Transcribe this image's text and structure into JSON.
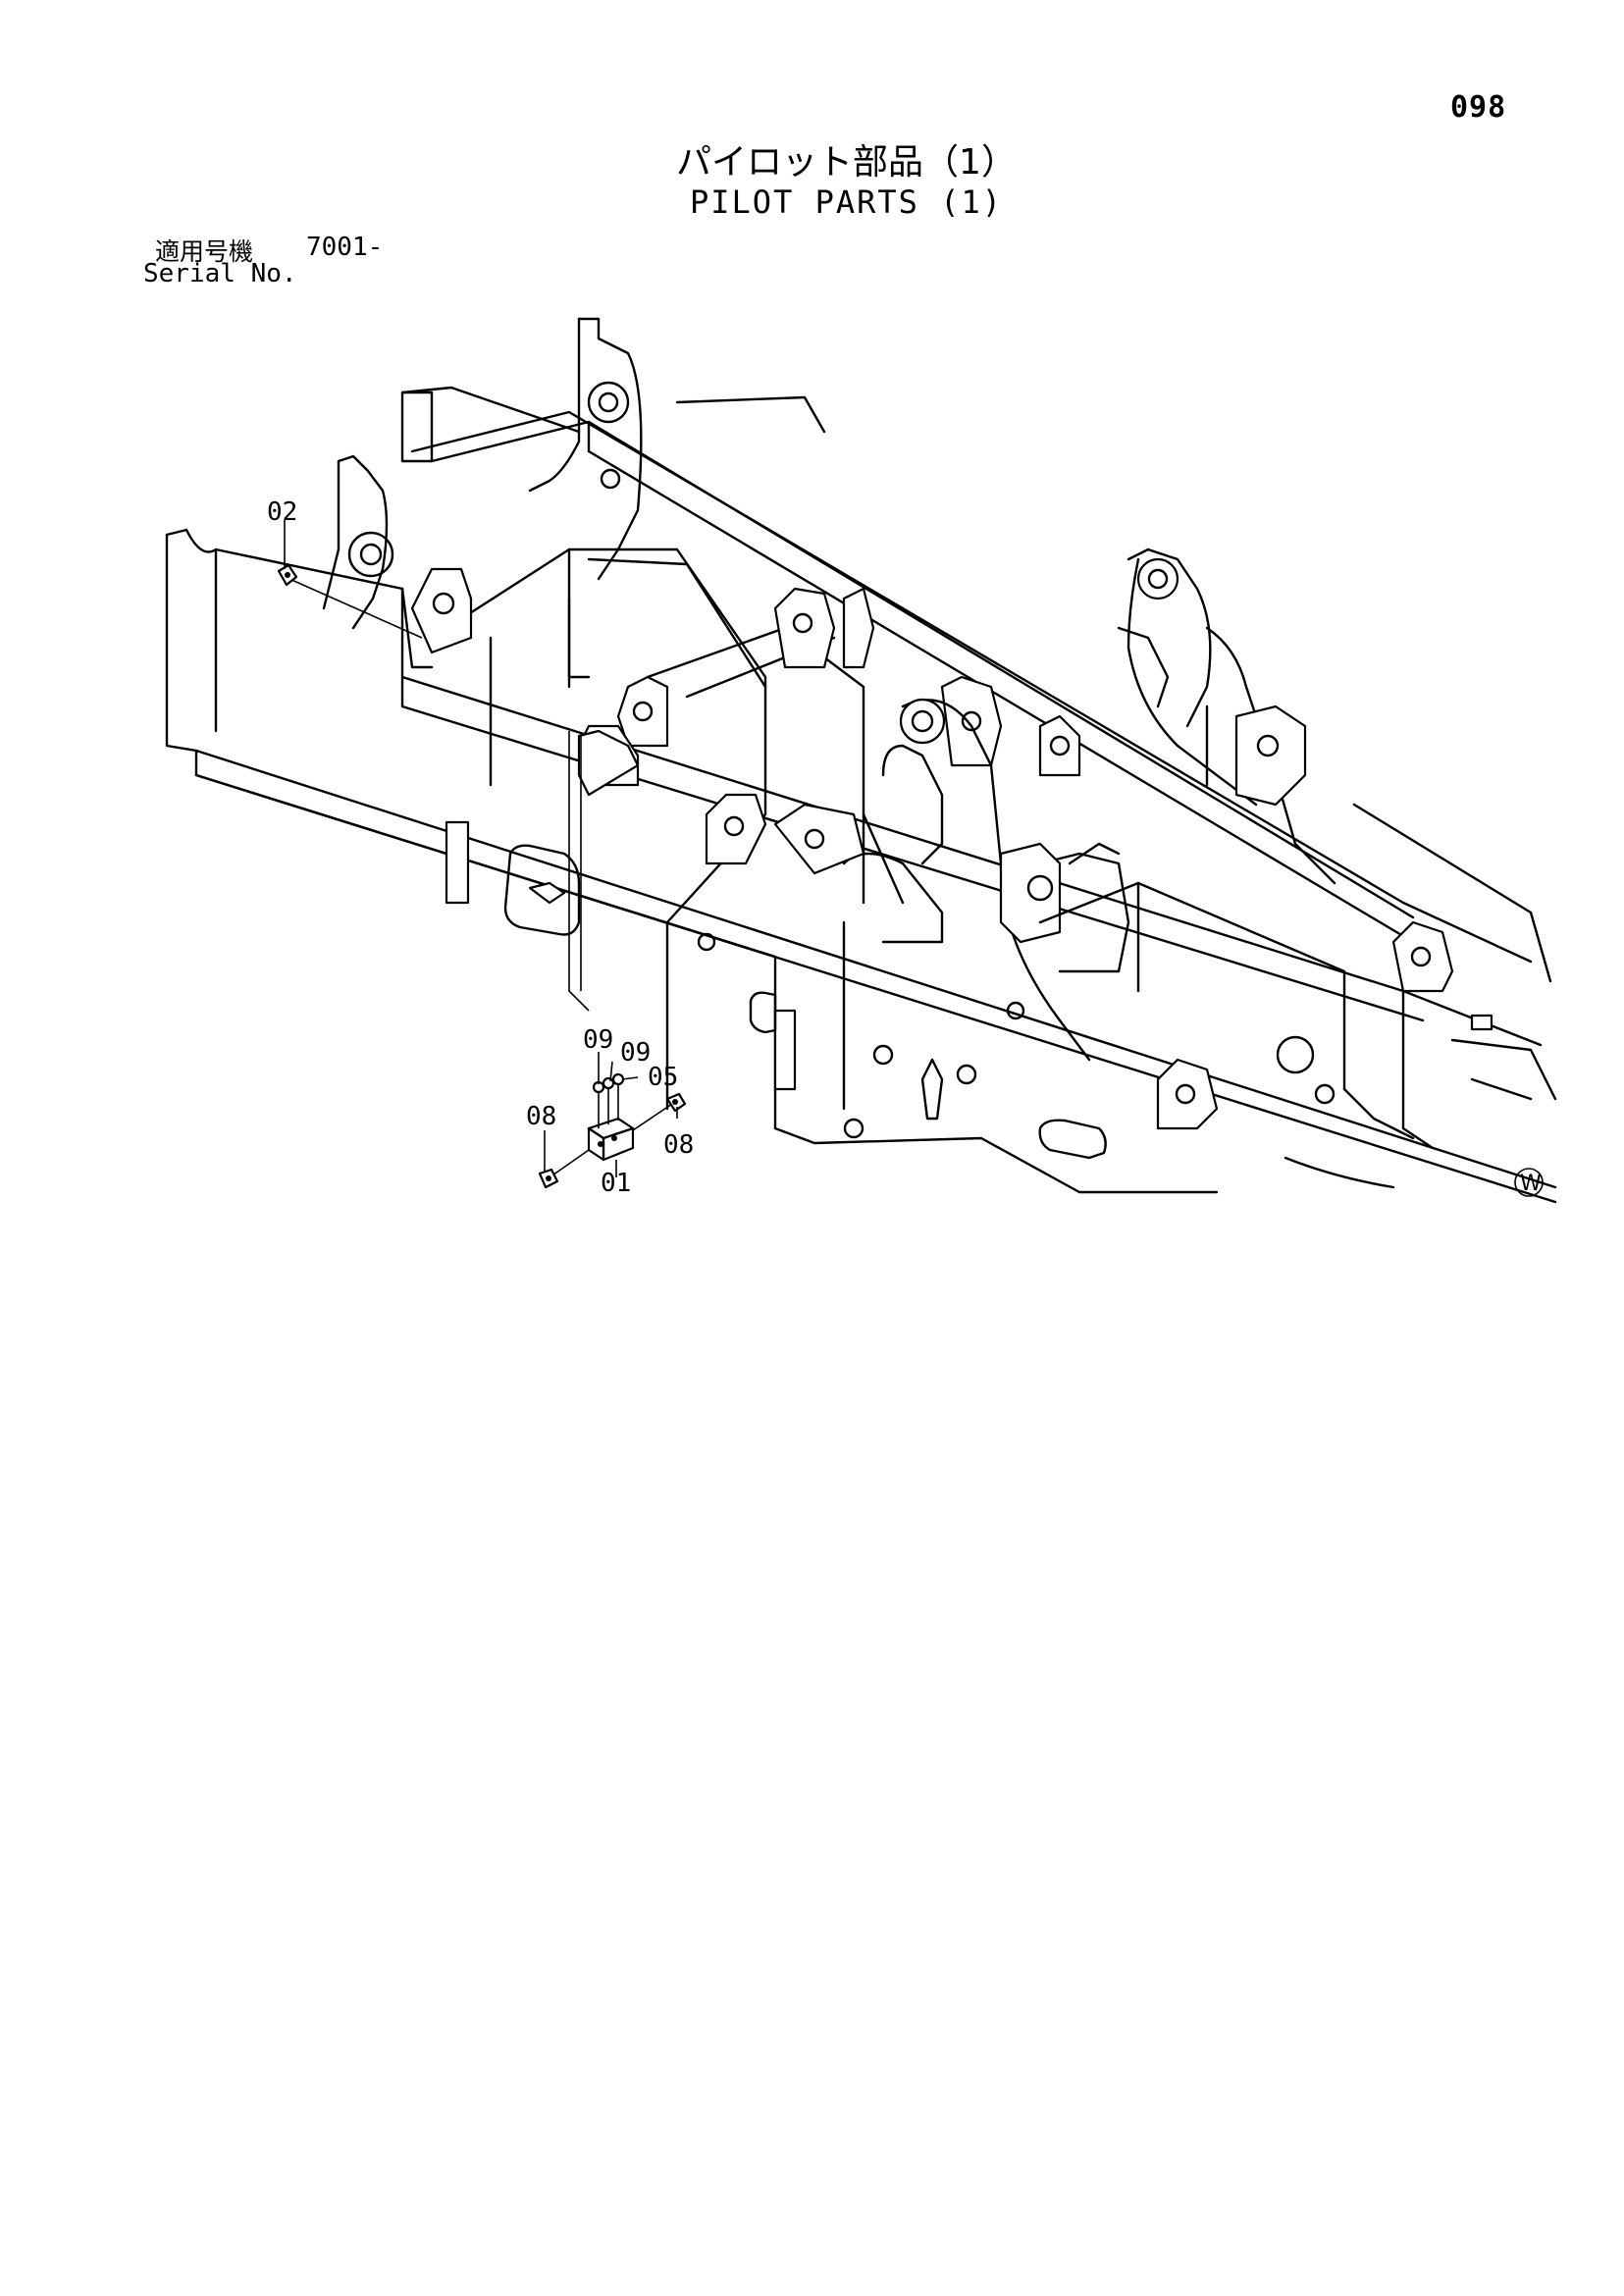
{
  "page_number": "098",
  "title_jp": "パイロット部品（1）",
  "title_en": "PILOT PARTS (1)",
  "serial": {
    "label_jp": "適用号機",
    "number": "7001-",
    "label_en": "Serial No."
  },
  "callouts": {
    "c02": "02",
    "c09a": "09",
    "c09b": "09",
    "c05": "05",
    "c08a": "08",
    "c08b": "08",
    "c01": "01"
  },
  "corner_mark": "W"
}
